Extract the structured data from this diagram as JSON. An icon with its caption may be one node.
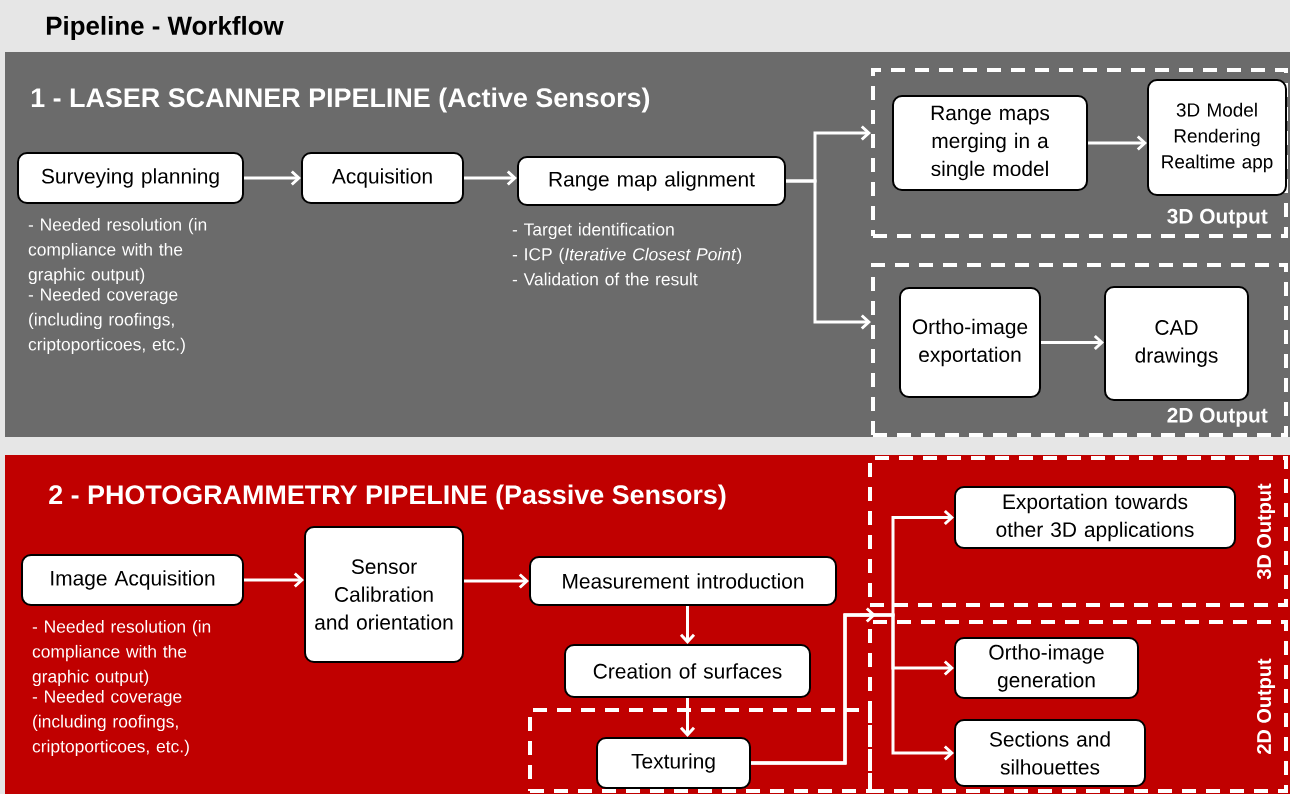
{
  "diagram": {
    "title": "Pipeline - Workflow",
    "nodes": [
      {
        "text": [
          "1 - LASER SCANNER PIPELINE (Active Sensors)"
        ]
      },
      {
        "text": [
          "Surveying planning"
        ],
        "in": 0,
        "beside": [
          "- Needed resolution (in compliance with the graphic output)",
          "- Needed coverage (including roofings, criptoporticoes, etc.)"
        ]
      },
      {
        "text": [
          "Acquisition"
        ],
        "in": 0
      },
      {
        "text": [
          "Range map alignment"
        ],
        "in": 0,
        "beside": [
          "- Target identification",
          "- ICP (*Iterative Closest Point*)",
          "- Validation of the result"
        ]
      },
      {
        "text": [
          "3D Output"
        ],
        "in": 0
      },
      {
        "text": [
          "Range maps merging in a single model"
        ],
        "in": 4
      },
      {
        "text": [
          "3D Model Rendering Realtime app"
        ],
        "in": 4
      },
      {
        "text": [
          "2D Output"
        ],
        "in": 0
      },
      {
        "text": [
          "Ortho-image exportation"
        ],
        "in": 7
      },
      {
        "text": [
          "CAD drawings"
        ],
        "in": 7
      },
      {
        "text": [
          "2 - PHOTOGRAMMETRY PIPELINE (Passive Sensors)"
        ]
      },
      {
        "text": [
          "Image Acquisition"
        ],
        "in": 10,
        "beside": [
          "- Needed resolution (in compliance with the graphic output)",
          "- Needed coverage (including roofings, criptoporticoes, etc.)"
        ]
      },
      {
        "text": [
          "Sensor Calibration and orientation"
        ],
        "in": 10
      },
      {
        "text": [
          "Measurement introduction"
        ],
        "in": 10
      },
      {
        "text": [
          "Creation of surfaces"
        ],
        "in": 10
      },
      {
        "text": [],
        "shape": "box",
        "in": 10
      },
      {
        "text": [
          "Texturing"
        ],
        "in": 15
      },
      {
        "text": [
          "3D Output"
        ],
        "in": 10
      },
      {
        "text": [
          "Exportation towards other 3D applications"
        ],
        "in": 17
      },
      {
        "text": [
          "2D Output"
        ],
        "in": 10
      },
      {
        "text": [
          "Ortho-image generation"
        ],
        "in": 19
      },
      {
        "text": [
          "Sections and silhouettes"
        ],
        "in": 19
      }
    ],
    "edges": [
      {
        "from": 1,
        "to": 2,
        "arrow": "to"
      },
      {
        "from": 2,
        "to": 3,
        "arrow": "to"
      },
      {
        "from": 3,
        "to": 4,
        "arrow": "to"
      },
      {
        "from": 3,
        "to": 7,
        "arrow": "to"
      },
      {
        "from": 5,
        "to": 6,
        "arrow": "to"
      },
      {
        "from": 8,
        "to": 9,
        "arrow": "to"
      },
      {
        "from": 11,
        "to": 12,
        "arrow": "to"
      },
      {
        "from": 12,
        "to": 13,
        "arrow": "to"
      },
      {
        "from": 13,
        "to": 14,
        "arrow": "to"
      },
      {
        "from": 14,
        "to": 16,
        "arrow": "to"
      },
      {
        "from": 16,
        "to": 18,
        "arrow": "to"
      },
      {
        "from": 16,
        "to": 20,
        "arrow": "to"
      },
      {
        "from": 16,
        "to": 21,
        "arrow": "to"
      }
    ]
  }
}
